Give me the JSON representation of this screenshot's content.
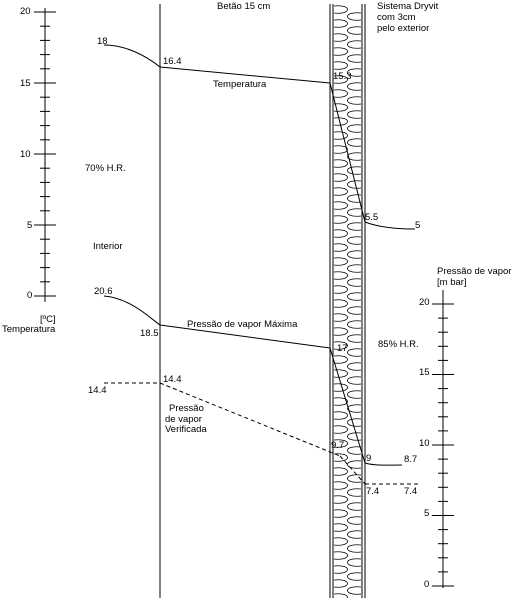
{
  "labels": {
    "wall_title": "Betão 15 cm",
    "insulation_title_l1": "Sistema Dryvit",
    "insulation_title_l2": "com 3cm",
    "insulation_title_l3": "pelo exterior",
    "temp_unit": "[ºC]",
    "temp_axis_title": "Temperatura",
    "pressure_axis_title_l1": "Pressão de vapor",
    "pressure_axis_title_l2": "[m bar]",
    "interior_rh": "70% H.R.",
    "interior": "Interior",
    "exterior_rh": "85% H.R.",
    "temperature_curve": "Temperatura",
    "max_pressure_curve": "Pressão de vapor Máxima",
    "actual_pressure_l1": "Pressão",
    "actual_pressure_l2": "de vapor",
    "actual_pressure_l3": "Verificada"
  },
  "left_axis": {
    "ticks": [
      "20",
      "15",
      "10",
      "5",
      "0"
    ]
  },
  "right_axis": {
    "ticks": [
      "20",
      "15",
      "10",
      "5",
      "0"
    ]
  },
  "temperature_values": {
    "interior_air": "18",
    "interior_surface": "16.4",
    "interface": "15.3",
    "exterior_surface": "5.5",
    "exterior_air": "5"
  },
  "max_pressure_values": {
    "interior_air": "20.6",
    "interior_surface": "18.5",
    "interface": "17",
    "exterior_surface": "9",
    "exterior_air": "8.7"
  },
  "actual_pressure_values": {
    "interior_air": "14.4",
    "interior_surface": "14.4",
    "interface": "9.7",
    "exterior_surface": "7.4",
    "exterior_air": "7.4"
  }
}
